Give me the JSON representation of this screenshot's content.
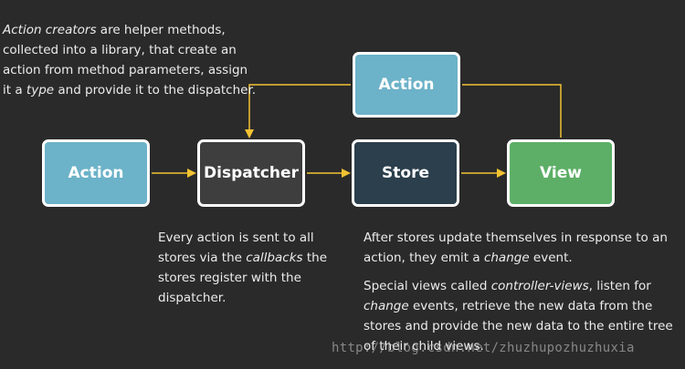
{
  "nodes": {
    "action_left": "Action",
    "dispatcher": "Dispatcher",
    "store": "Store",
    "view": "View",
    "action_top": "Action"
  },
  "captions": {
    "creators": {
      "em1": "Action creators",
      "t1": " are helper methods, collected into a library, that create an action from method parameters, assign it a ",
      "em2": "type",
      "t2": " and provide it to the dispatcher."
    },
    "dispatch": {
      "t1": "Every action is sent to all stores via the ",
      "em1": "callbacks",
      "t2": " the stores register with the dispatcher."
    },
    "stores_update": {
      "t1": "After stores update themselves in response to an action, they emit a ",
      "em1": "change",
      "t2": " event."
    },
    "special_views": {
      "t1": "Special views called ",
      "em1": "controller-views",
      "t2": ", listen for ",
      "em2": "change",
      "t3": " events, retrieve the new data from the stores and provide the new data to the entire tree of their child views."
    }
  },
  "watermark": "http://blog.csdn.net/zhuzhupozhuzhuxia",
  "colors": {
    "background": "#2a2a2a",
    "action": "#6cb2c8",
    "dispatcher": "#3e3e3e",
    "store": "#2b3f4c",
    "view": "#5daf67",
    "arrow": "#f1c232",
    "border": "#ffffff",
    "text": "#ececec"
  }
}
